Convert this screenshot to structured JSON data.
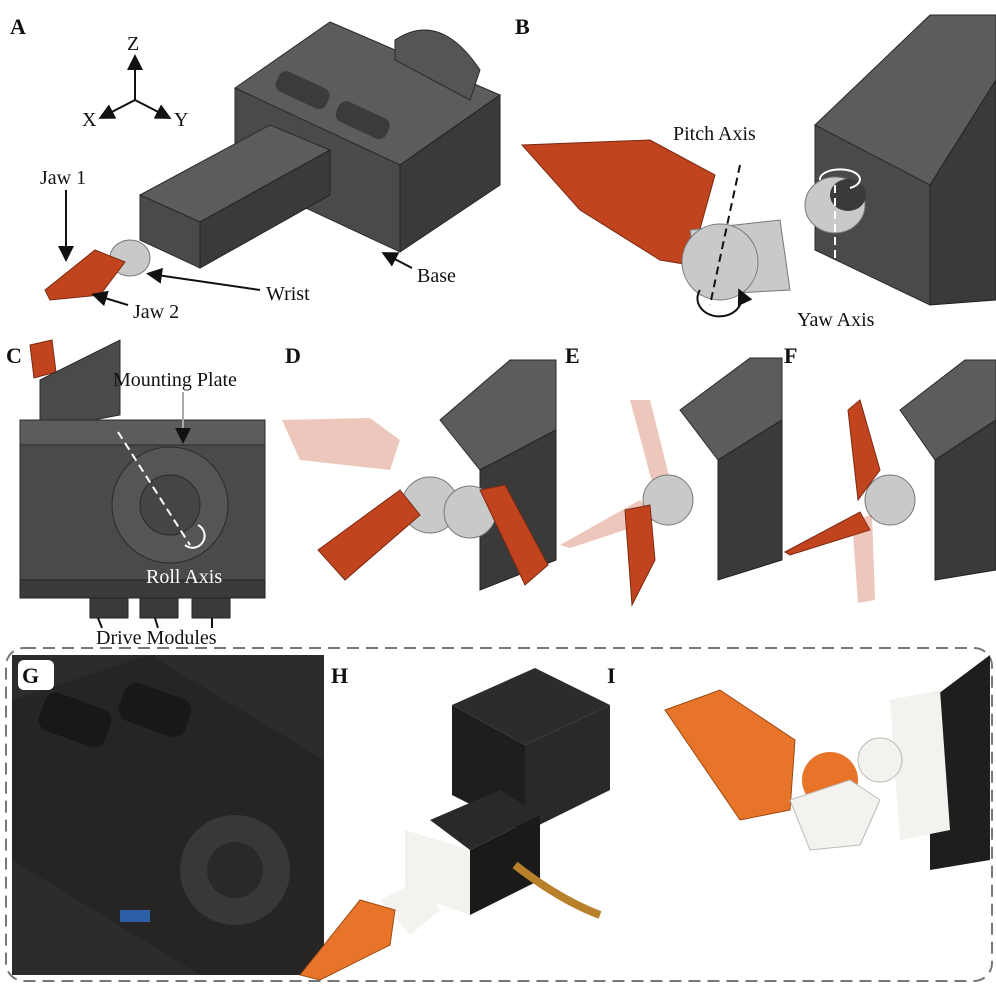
{
  "panels": {
    "A": {
      "label": "A",
      "axes": {
        "z": "Z",
        "x": "X",
        "y": "Y"
      },
      "jaw1": "Jaw 1",
      "jaw2": "Jaw 2",
      "wrist": "Wrist",
      "base": "Base"
    },
    "B": {
      "label": "B",
      "pitch": "Pitch Axis",
      "yaw": "Yaw Axis"
    },
    "C": {
      "label": "C",
      "mounting_plate": "Mounting Plate",
      "roll": "Roll Axis",
      "drive_modules": "Drive Modules"
    },
    "D": {
      "label": "D"
    },
    "E": {
      "label": "E"
    },
    "F": {
      "label": "F"
    },
    "G": {
      "label": "G"
    },
    "H": {
      "label": "H"
    },
    "I": {
      "label": "I"
    }
  },
  "colors": {
    "jaw_render": "#c2441f",
    "jaw_print": "#e8742a",
    "housing": "#4a4a4a"
  }
}
